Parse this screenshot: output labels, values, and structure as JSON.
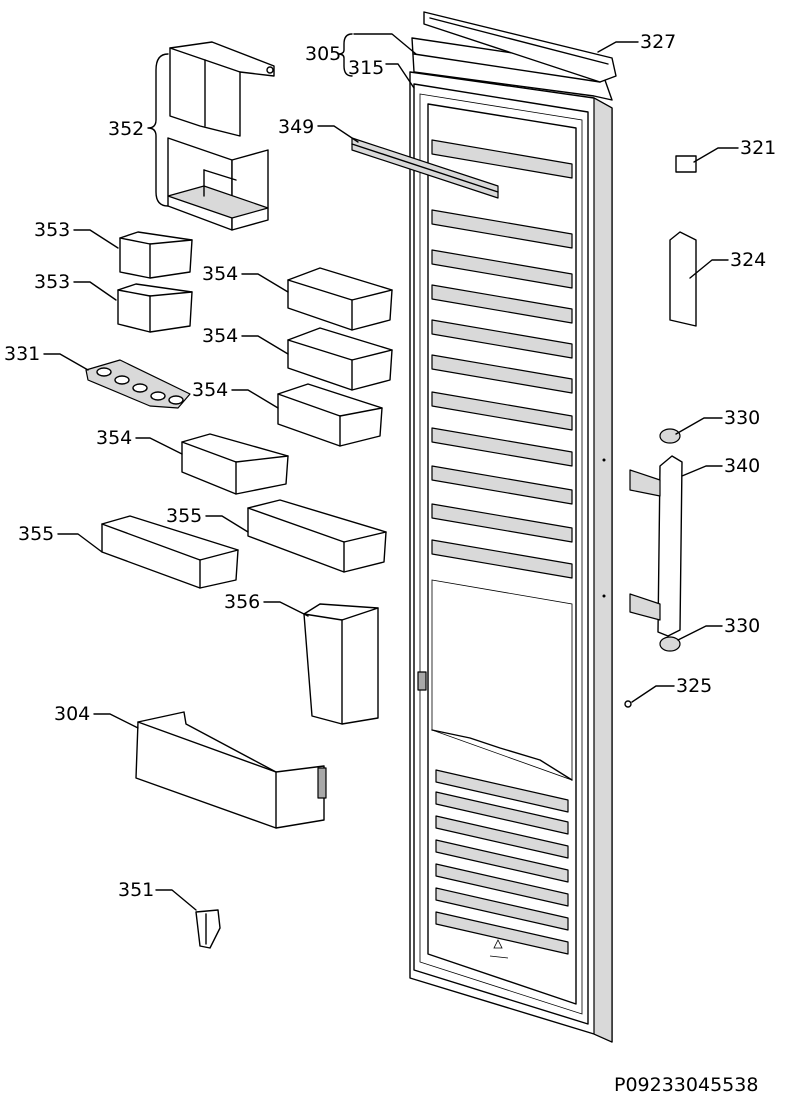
{
  "labels": {
    "l305": "305",
    "l315": "315",
    "l327": "327",
    "l352": "352",
    "l349": "349",
    "l321": "321",
    "l324": "324",
    "l353a": "353",
    "l353b": "353",
    "l354a": "354",
    "l354b": "354",
    "l354c": "354",
    "l354d": "354",
    "l331": "331",
    "l330a": "330",
    "l330b": "330",
    "l340": "340",
    "l355a": "355",
    "l355b": "355",
    "l356": "356",
    "l304": "304",
    "l325": "325",
    "l351": "351"
  },
  "drawing_code": "P09233045538"
}
